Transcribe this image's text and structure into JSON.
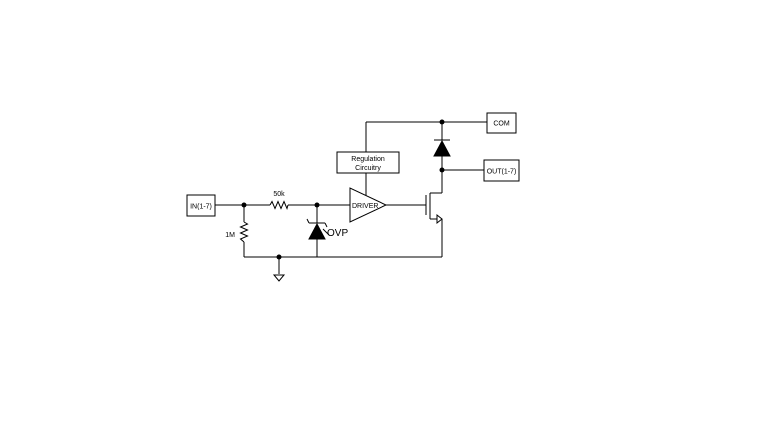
{
  "diagram": {
    "labels": {
      "input": "IN(1-7)",
      "com": "COM",
      "output": "OUT(1-7)",
      "regulation_line1": "Regulation",
      "regulation_line2": "Circuitry",
      "driver": "DRIVER",
      "resistor_series": "50k",
      "resistor_pulldown": "1M",
      "zener": "OVP"
    }
  }
}
